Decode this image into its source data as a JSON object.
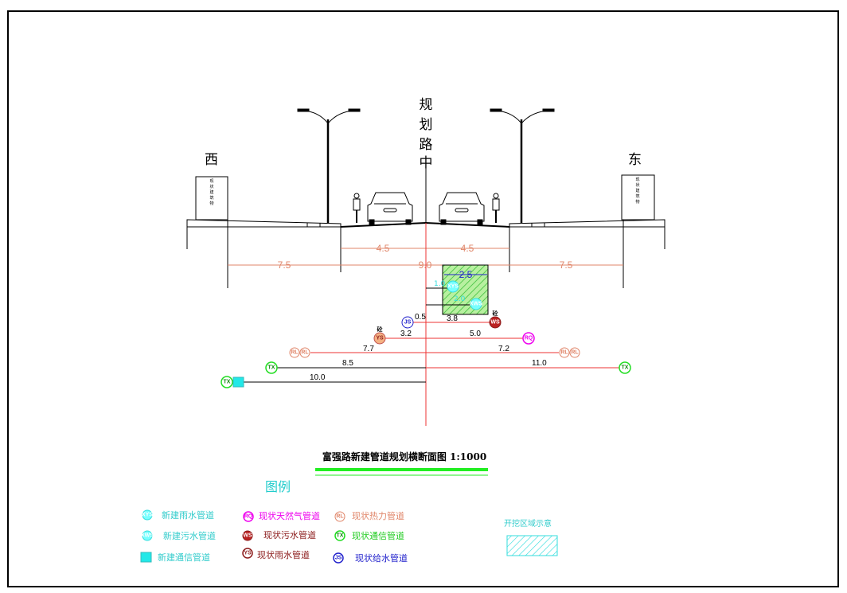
{
  "directions": {
    "west": "西",
    "east": "东"
  },
  "centerline": [
    "规",
    "划",
    "路",
    "中"
  ],
  "building": [
    "现",
    "状",
    "建",
    "筑",
    "物"
  ],
  "dimensions": {
    "lane_left": "4.5",
    "lane_right": "4.5",
    "walk_left": "7.5",
    "road": "9.0",
    "walk_right": "7.5",
    "trench": "2.5"
  },
  "pipes": {
    "xys": {
      "code": "XYS",
      "offset": "1.0"
    },
    "xws": {
      "code": "XWS",
      "offset": "2.0"
    },
    "js": {
      "code": "JS",
      "offset": "0.5"
    },
    "ws": {
      "code": "WS",
      "offset": "3.8",
      "tag": "砼"
    },
    "ys": {
      "code": "YS",
      "offset": "3.2",
      "tag": "砼"
    },
    "rq": {
      "code": "RQ",
      "offset": "5.0"
    },
    "rl": {
      "code": "RL",
      "offset_left": "7.7",
      "offset_right": "7.2"
    },
    "tx": {
      "code": "TX",
      "offset_left": "8.5",
      "offset_right": "11.0"
    },
    "tx2": {
      "code": "TX",
      "offset": "10.0"
    }
  },
  "title": "富强路新建管道规划横断面图  1:1000",
  "legend": {
    "heading": "图例",
    "items": [
      {
        "code": "XYS",
        "label": "新建雨水管道",
        "color": "#33dddd"
      },
      {
        "code": "XWS",
        "label": "新建污水管道",
        "color": "#33dddd"
      },
      {
        "code": "",
        "label": "新建通信管道",
        "color": "#33dddd"
      },
      {
        "code": "RQ",
        "label": "现状天然气管道",
        "color": "#ee00ee"
      },
      {
        "code": "WS",
        "label": "现状污水管道",
        "color": "#8b1a1a"
      },
      {
        "code": "YS",
        "label": "现状雨水管道",
        "color": "#8b1a1a"
      },
      {
        "code": "RL",
        "label": "现状热力管道",
        "color": "#e0866a"
      },
      {
        "code": "TX",
        "label": "现状通信管道",
        "color": "#22dd22"
      },
      {
        "code": "JS",
        "label": "现状给水管道",
        "color": "#2222cc"
      }
    ],
    "excavation_label": "开挖区域示意"
  }
}
